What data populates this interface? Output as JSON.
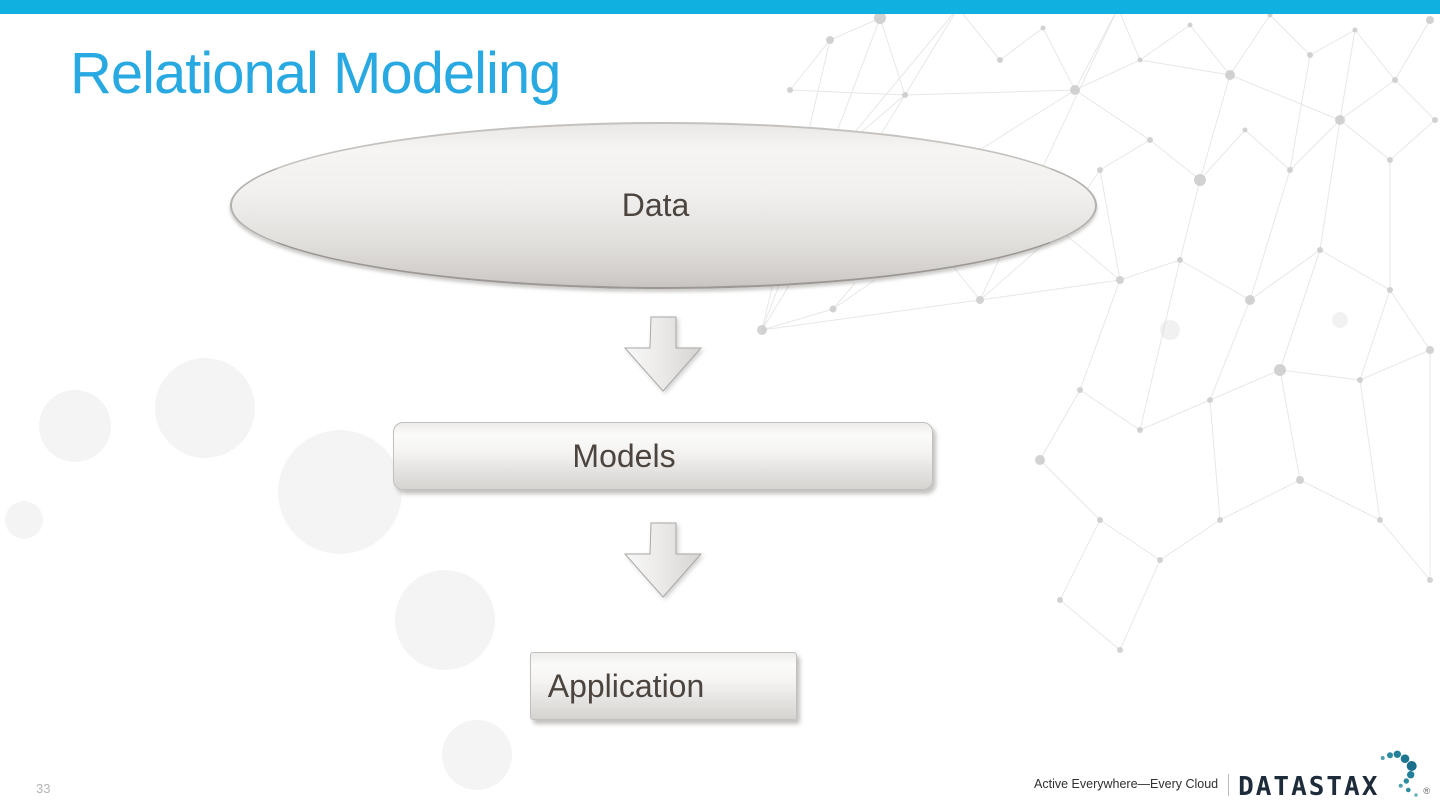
{
  "slide": {
    "title": "Relational Modeling",
    "page_number": "33"
  },
  "diagram": {
    "type": "top-down flow",
    "nodes": [
      {
        "label": "Data",
        "shape": "ellipse"
      },
      {
        "label": "Models",
        "shape": "rounded-rectangle"
      },
      {
        "label": "Application",
        "shape": "rectangle"
      }
    ],
    "connectors": [
      "down-arrow",
      "down-arrow"
    ]
  },
  "footer": {
    "tagline": "Active Everywhere—Every Cloud",
    "brand_name": "DATASTAX",
    "registered_mark": "®"
  },
  "colors": {
    "accent_bar": "#10b1e1",
    "title_text": "#29a9e1",
    "shape_label_text": "#4c443e",
    "brand_navy": "#1d2b3a",
    "brand_teal": "#24809a"
  }
}
